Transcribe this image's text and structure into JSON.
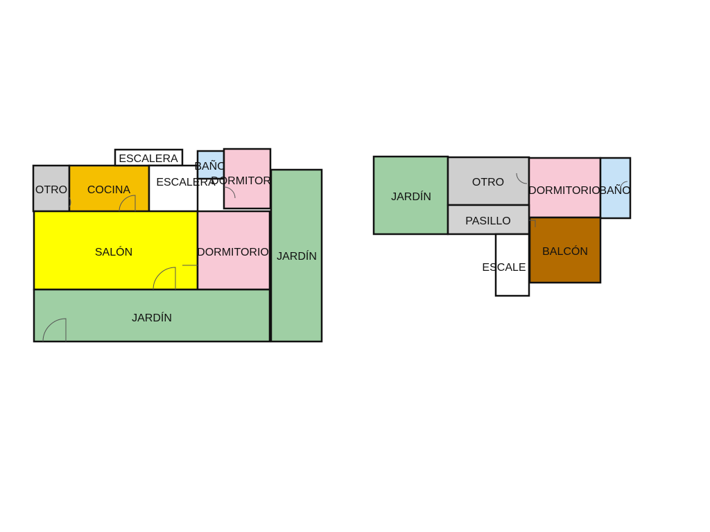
{
  "colors": {
    "garden": "#9fcfa4",
    "living": "#ffff00",
    "kitchen": "#f5bf00",
    "bedroom": "#f8c9d6",
    "bathroom": "#c6e2f7",
    "other": "#cfcfcf",
    "stairs": "#ffffff",
    "balcony": "#b36b00",
    "corridor": "#d3d3d3"
  },
  "floors": [
    {
      "rooms": [
        {
          "id": "otro",
          "label": "OTRO",
          "color": "other"
        },
        {
          "id": "cocina",
          "label": "COCINA",
          "color": "kitchen"
        },
        {
          "id": "escalera-a",
          "label": "ESCALERA",
          "color": "stairs"
        },
        {
          "id": "escalera-b",
          "label": "ESCALERA",
          "color": "stairs"
        },
        {
          "id": "bano",
          "label": "BAÑO",
          "color": "bathroom"
        },
        {
          "id": "dormitorio-1",
          "label": "DORMITORIO",
          "color": "bedroom"
        },
        {
          "id": "salon",
          "label": "SALÓN",
          "color": "living"
        },
        {
          "id": "dormitorio-2",
          "label": "DORMITORIO",
          "color": "bedroom"
        },
        {
          "id": "jardin-right",
          "label": "JARDÍN",
          "color": "garden"
        },
        {
          "id": "jardin-bottom",
          "label": "JARDÍN",
          "color": "garden"
        }
      ]
    },
    {
      "rooms": [
        {
          "id": "jardin",
          "label": "JARDÍN",
          "color": "garden"
        },
        {
          "id": "otro",
          "label": "OTRO",
          "color": "other"
        },
        {
          "id": "dormitorio",
          "label": "DORMITORIO",
          "color": "bedroom"
        },
        {
          "id": "bano",
          "label": "BAÑO",
          "color": "bathroom"
        },
        {
          "id": "pasillo",
          "label": "PASILLO",
          "color": "corridor"
        },
        {
          "id": "escalera",
          "label": "ESCALE",
          "color": "stairs"
        },
        {
          "id": "balcon",
          "label": "BALCÓN",
          "color": "balcony"
        }
      ]
    }
  ]
}
